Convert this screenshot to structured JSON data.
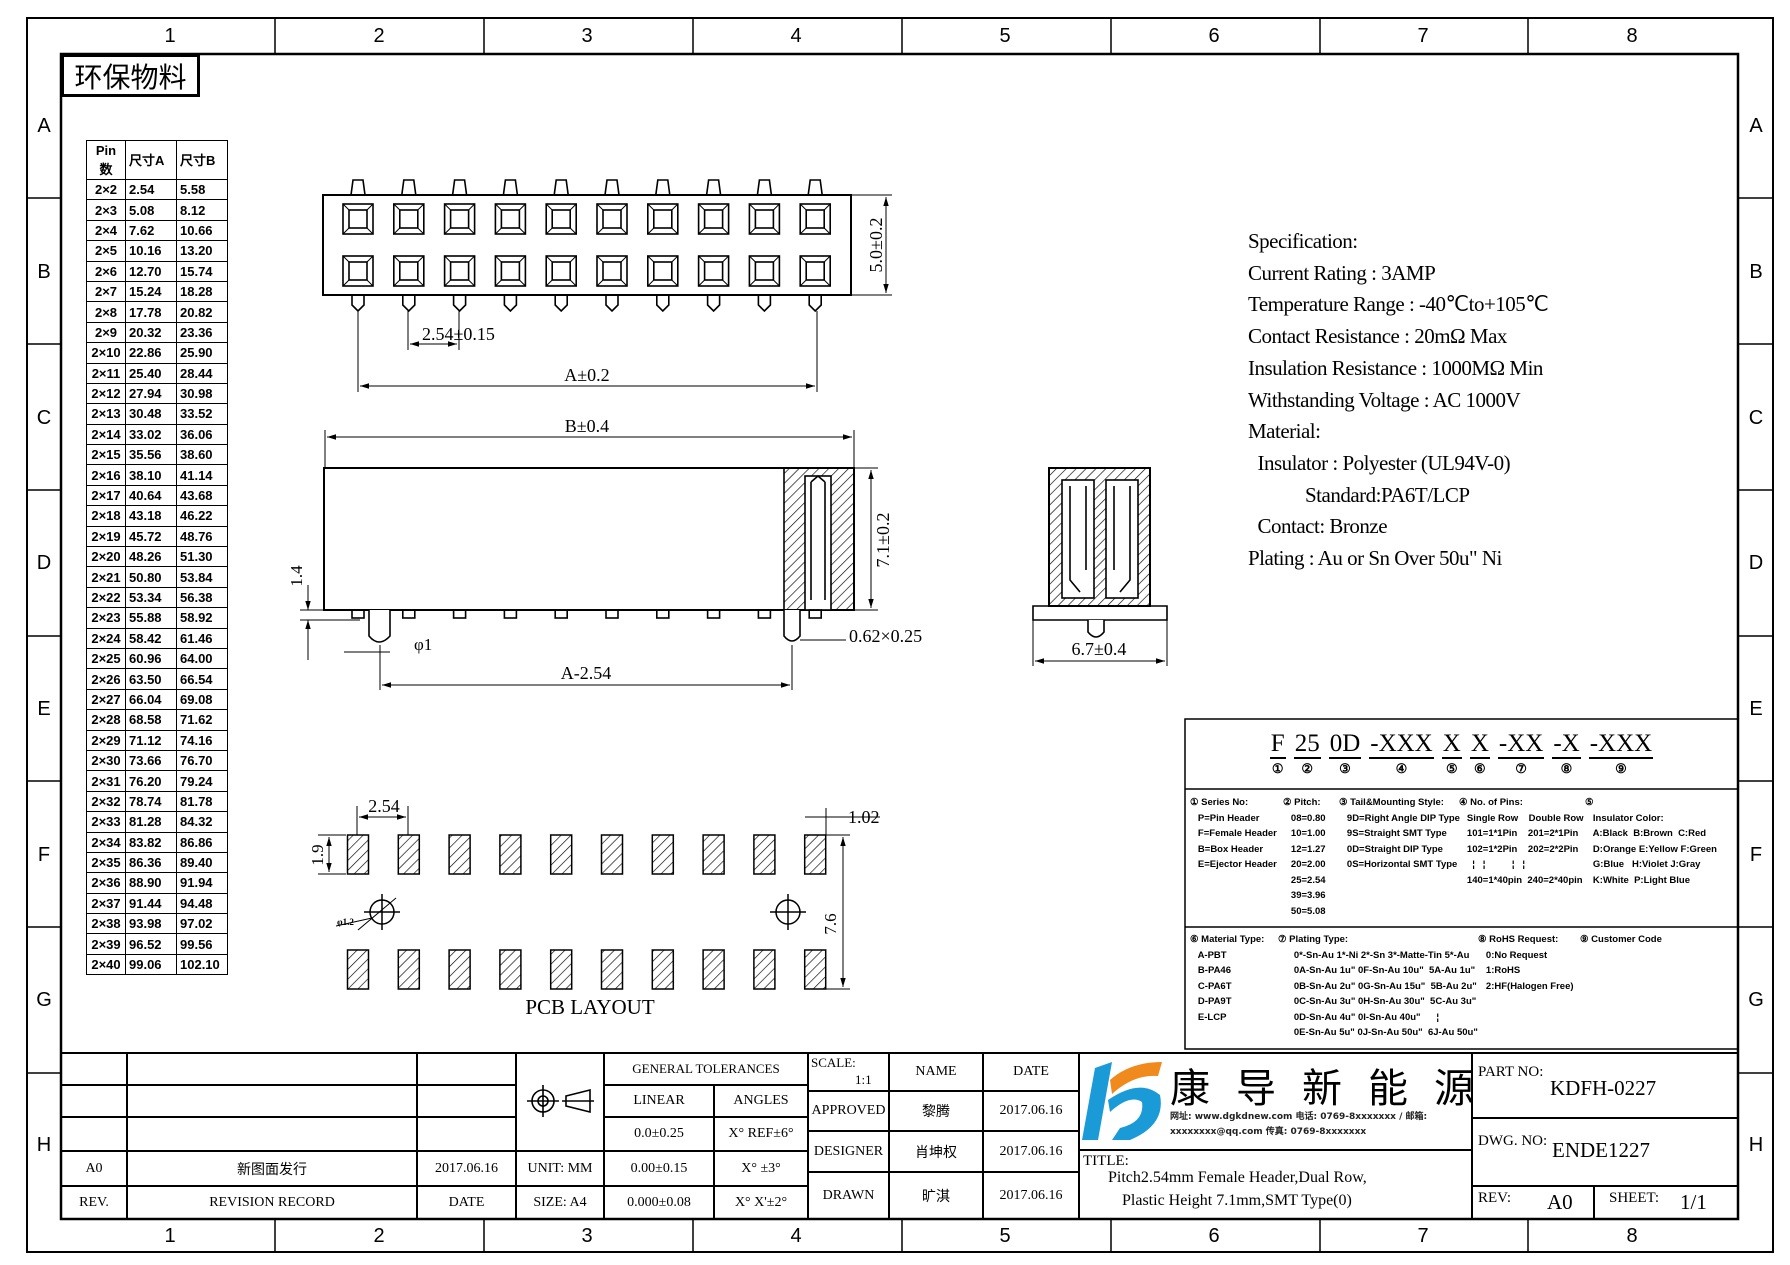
{
  "frame": {
    "columns": [
      "1",
      "2",
      "3",
      "4",
      "5",
      "6",
      "7",
      "8"
    ],
    "rows": [
      "A",
      "B",
      "C",
      "D",
      "E",
      "F",
      "G",
      "H"
    ]
  },
  "stamp": "环保物料",
  "pin_table": {
    "headers": [
      "Pin数",
      "尺寸A",
      "尺寸B"
    ],
    "rows": [
      [
        "2×2",
        "2.54",
        "5.58"
      ],
      [
        "2×3",
        "5.08",
        "8.12"
      ],
      [
        "2×4",
        "7.62",
        "10.66"
      ],
      [
        "2×5",
        "10.16",
        "13.20"
      ],
      [
        "2×6",
        "12.70",
        "15.74"
      ],
      [
        "2×7",
        "15.24",
        "18.28"
      ],
      [
        "2×8",
        "17.78",
        "20.82"
      ],
      [
        "2×9",
        "20.32",
        "23.36"
      ],
      [
        "2×10",
        "22.86",
        "25.90"
      ],
      [
        "2×11",
        "25.40",
        "28.44"
      ],
      [
        "2×12",
        "27.94",
        "30.98"
      ],
      [
        "2×13",
        "30.48",
        "33.52"
      ],
      [
        "2×14",
        "33.02",
        "36.06"
      ],
      [
        "2×15",
        "35.56",
        "38.60"
      ],
      [
        "2×16",
        "38.10",
        "41.14"
      ],
      [
        "2×17",
        "40.64",
        "43.68"
      ],
      [
        "2×18",
        "43.18",
        "46.22"
      ],
      [
        "2×19",
        "45.72",
        "48.76"
      ],
      [
        "2×20",
        "48.26",
        "51.30"
      ],
      [
        "2×21",
        "50.80",
        "53.84"
      ],
      [
        "2×22",
        "53.34",
        "56.38"
      ],
      [
        "2×23",
        "55.88",
        "58.92"
      ],
      [
        "2×24",
        "58.42",
        "61.46"
      ],
      [
        "2×25",
        "60.96",
        "64.00"
      ],
      [
        "2×26",
        "63.50",
        "66.54"
      ],
      [
        "2×27",
        "66.04",
        "69.08"
      ],
      [
        "2×28",
        "68.58",
        "71.62"
      ],
      [
        "2×29",
        "71.12",
        "74.16"
      ],
      [
        "2×30",
        "73.66",
        "76.70"
      ],
      [
        "2×31",
        "76.20",
        "79.24"
      ],
      [
        "2×32",
        "78.74",
        "81.78"
      ],
      [
        "2×33",
        "81.28",
        "84.32"
      ],
      [
        "2×34",
        "83.82",
        "86.86"
      ],
      [
        "2×35",
        "86.36",
        "89.40"
      ],
      [
        "2×36",
        "88.90",
        "91.94"
      ],
      [
        "2×37",
        "91.44",
        "94.48"
      ],
      [
        "2×38",
        "93.98",
        "97.02"
      ],
      [
        "2×39",
        "96.52",
        "99.56"
      ],
      [
        "2×40",
        "99.06",
        "102.10"
      ]
    ]
  },
  "dimensions": {
    "height_top": "5.0±0.2",
    "pitch": "2.54±0.15",
    "a": "A±0.2",
    "b": "B±0.4",
    "height_side": "7.1±0.2",
    "standoff": "1.4",
    "peg": "φ1",
    "a_minus": "A-2.54",
    "pin_size": "0.62×0.25",
    "width_end": "6.7±0.4",
    "pcb_pitch": "2.54",
    "pcb_pad_w": "1.02",
    "pcb_pad_h": "1.9",
    "pcb_row": "7.6",
    "pcb_hole": "φ1.2",
    "pcb_title": "PCB LAYOUT"
  },
  "specification": [
    "Specification:",
    "Current Rating : 3AMP",
    "Temperature Range : -40℃to+105℃",
    "Contact Resistance : 20mΩ Max",
    "Insulation Resistance : 1000MΩ Min",
    "Withstanding Voltage : AC 1000V",
    "Material:",
    "  Insulator : Polyester (UL94V-0)",
    "            Standard:PA6T/LCP",
    "  Contact: Bronze",
    "Plating : Au or Sn Over 50u\" Ni"
  ],
  "part_code": {
    "segments": [
      {
        "text": "F",
        "num": "①"
      },
      {
        "text": "25",
        "num": "②"
      },
      {
        "text": "0D",
        "num": "③"
      },
      {
        "text": "-XXX",
        "num": "④"
      },
      {
        "text": "X",
        "num": "⑤"
      },
      {
        "text": "X",
        "num": "⑥"
      },
      {
        "text": "-XX",
        "num": "⑦"
      },
      {
        "text": "-X",
        "num": "⑧"
      },
      {
        "text": "-XXX",
        "num": "⑨"
      }
    ],
    "sections": [
      "① Series No:\n   P=Pin Header\n   F=Female Header\n   B=Box Header\n   E=Ejector Header",
      "② Pitch:\n   08=0.80\n   10=1.00\n   12=1.27\n   20=2.00\n   25=2.54\n   39=3.96\n   50=5.08",
      "③ Tail&Mounting Style:\n   9D=Right Angle DIP Type\n   9S=Straight SMT Type\n   0D=Straight DIP Type\n   0S=Horizontal SMT Type",
      "④ No. of Pins:\n   Single Row    Double Row\n   101=1*1Pin    201=2*1Pin\n   102=1*2Pin    202=2*2Pin\n     ¦   ¦          ¦   ¦\n   140=1*40pin  240=2*40pin",
      "⑤\n   Insulator Color:\n   A:Black  B:Brown  C:Red\n   D:Orange E:Yellow F:Green\n   G:Blue   H:Violet J:Gray\n   K:White  P:Light Blue",
      "⑥ Material Type:\n   A-PBT\n   B-PA46\n   C-PA6T\n   D-PA9T\n   E-LCP",
      "⑦ Plating Type:\n      0*-Sn-Au 1*-Ni 2*-Sn 3*-Matte-Tin 5*-Au\n      0A-Sn-Au 1u\" 0F-Sn-Au 10u\"  5A-Au 1u\"\n      0B-Sn-Au 2u\" 0G-Sn-Au 15u\"  5B-Au 2u\"\n      0C-Sn-Au 3u\" 0H-Sn-Au 30u\"  5C-Au 3u\"\n      0D-Sn-Au 4u\" 0I-Sn-Au 40u\"      ¦\n      0E-Sn-Au 5u\" 0J-Sn-Au 50u\"  6J-Au 50u\"",
      "⑧ RoHS Request:\n   0:No Request\n   1:RoHS\n   2:HF(Halogen Free)",
      "⑨ Customer Code"
    ]
  },
  "title_block": {
    "revision": {
      "rev": "A0",
      "record": "新图面发行",
      "date": "2017.06.16"
    },
    "revision_header": {
      "rev": "REV.",
      "record": "REVISION RECORD",
      "date": "DATE"
    },
    "unit": "UNIT: MM",
    "size": "SIZE: A4",
    "tolerances": {
      "title": "GENERAL TOLERANCES",
      "linear": "LINEAR",
      "angles": "ANGLES",
      "rows": [
        [
          "0.0±0.25",
          "X° REF±6°"
        ],
        [
          "0.00±0.15",
          "X° ±3°"
        ],
        [
          "0.000±0.08",
          "X° X'±2°"
        ]
      ]
    },
    "scale_label": "SCALE:",
    "scale": "1:1",
    "name_h": "NAME",
    "date_h": "DATE",
    "signoffs": [
      {
        "role": "APPROVED",
        "name": "黎腾",
        "date": "2017.06.16"
      },
      {
        "role": "DESIGNER",
        "name": "肖坤权",
        "date": "2017.06.16"
      },
      {
        "role": "DRAWN",
        "name": "旷淇",
        "date": "2017.06.16"
      }
    ],
    "company": "康导新能源",
    "company_contact": "网址: www.dgkdnew.com  电话: 0769-8xxxxxxx / 邮箱: xxxxxxxx@qq.com  传真: 0769-8xxxxxxx",
    "title_label": "TITLE:",
    "title_line1": "Pitch2.54mm Female Header,Dual Row,",
    "title_line2": "Plastic Height 7.1mm,SMT Type(0)",
    "part_no_label": "PART NO:",
    "part_no": "KDFH-0227",
    "dwg_no_label": "DWG. NO:",
    "dwg_no": "ENDE1227",
    "rev_label": "REV:",
    "rev": "A0",
    "sheet_label": "SHEET:",
    "sheet": "1/1"
  },
  "colors": {
    "logo_blue": "#1b9ad8",
    "logo_orange": "#f08a1c"
  }
}
